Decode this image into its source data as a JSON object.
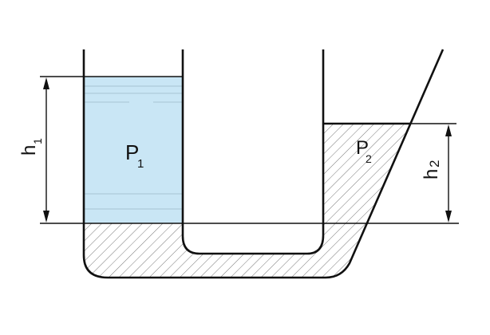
{
  "diagram": {
    "liquid1_label": "P",
    "liquid1_sub": "1",
    "liquid2_label": "P",
    "liquid2_sub": "2",
    "height1_label": "h",
    "height1_sub": "1",
    "height2_label": "h",
    "height2_sub": "2"
  },
  "colors": {
    "liquid1": "#c9e6f5",
    "outline": "#111111",
    "hatch": "#555555"
  }
}
